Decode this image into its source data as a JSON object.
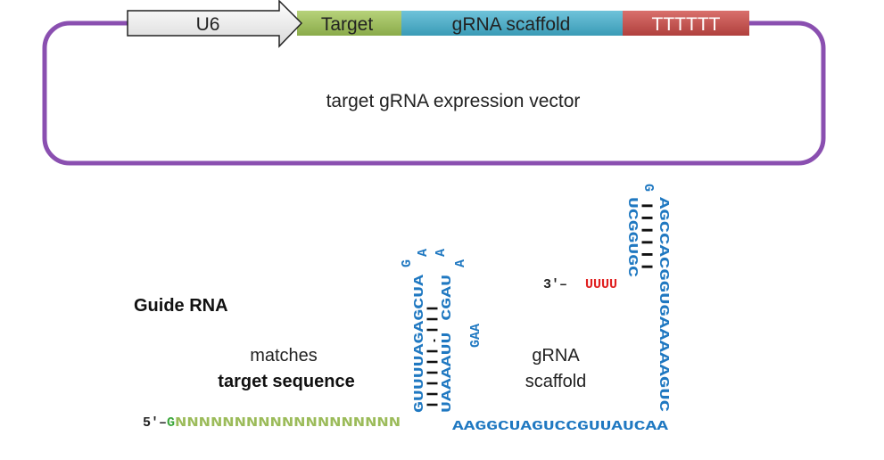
{
  "vector": {
    "segments": {
      "u6": "U6",
      "target": "Target",
      "scaffold": "gRNA scaffold",
      "terminator": "TTTTTT"
    },
    "title": "target gRNA expression vector"
  },
  "guide": {
    "heading": "Guide RNA",
    "matches_line1": "matches",
    "matches_line2": "target sequence",
    "scaffold_line1": "gRNA",
    "scaffold_line2": "scaffold",
    "five_prime": "5′–",
    "g_base": "G",
    "n_bases": "NNNNNNNNNNNNNNNNNNN",
    "three_prime": "3′–",
    "u_tail": "UUUU",
    "bottom_seq": "AAGGCUAGUCCGUUAUCAA",
    "stem1_left": "GUUUUAGAGCUA",
    "stem1_right": "UAAAAUU CGAU",
    "loop1_g": "G",
    "loop1_a1": "A",
    "loop1_a2": "A",
    "loop1_a3": "A",
    "gaa": "GAA",
    "stem2_left": "UCGGUGC",
    "stem2_right": "AGCCACGGUGAAAAAGUC",
    "loop2_g": "G",
    "stem1_pairs": "||||||.|||",
    "stem1_pairs_b": "||||",
    "stem2_pairs": "||||||"
  },
  "colors": {
    "plasmid": "#8a4fb0",
    "u6": "#f2f2f2",
    "target": "#9bbb59",
    "scaffold": "#4bacc6",
    "terminator": "#c0504d",
    "rna_blue": "#1f78c1",
    "u_red": "#e02020",
    "g_green": "#3aa63a",
    "n_green": "#9bbb59"
  }
}
